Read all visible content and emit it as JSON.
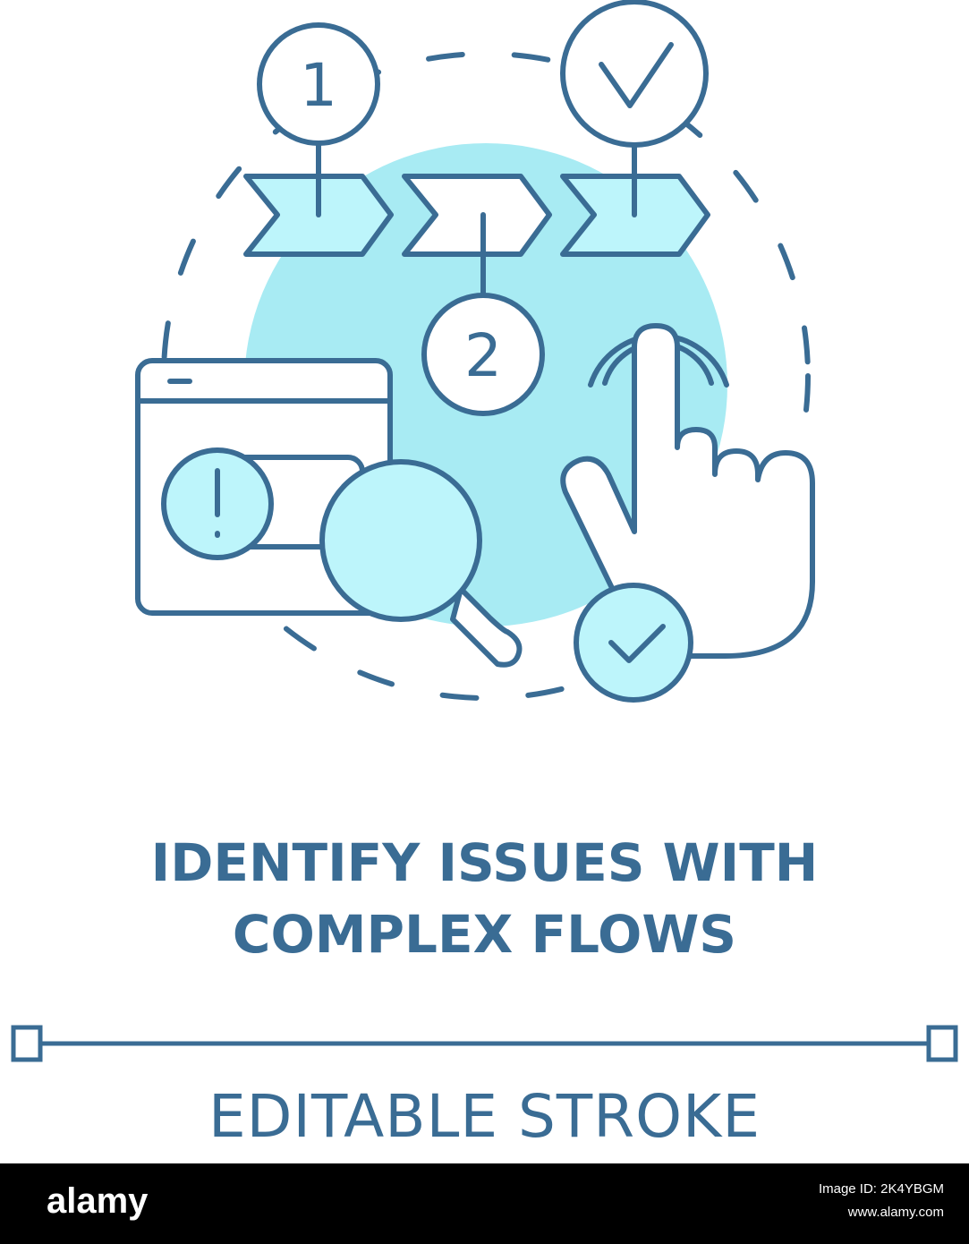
{
  "icon": {
    "name": "identify-issues-with-complex-flows-concept-icon",
    "colors": {
      "stroke": "#3a6c94",
      "fill_light": "#bdf5fb",
      "fill_blob": "#a8ebf3"
    },
    "steps": [
      {
        "label": "1",
        "kind": "number"
      },
      {
        "label": "2",
        "kind": "number"
      },
      {
        "label": "check",
        "kind": "check"
      }
    ],
    "alert_glyph": "!"
  },
  "title": {
    "line1": "IDENTIFY ISSUES WITH",
    "line2": "COMPLEX FLOWS"
  },
  "stroke_label": "EDITABLE STROKE",
  "footer": {
    "logo": "alamy",
    "image_id_line": "Image ID: 2K4YBGM",
    "site": "www.alamy.com"
  }
}
